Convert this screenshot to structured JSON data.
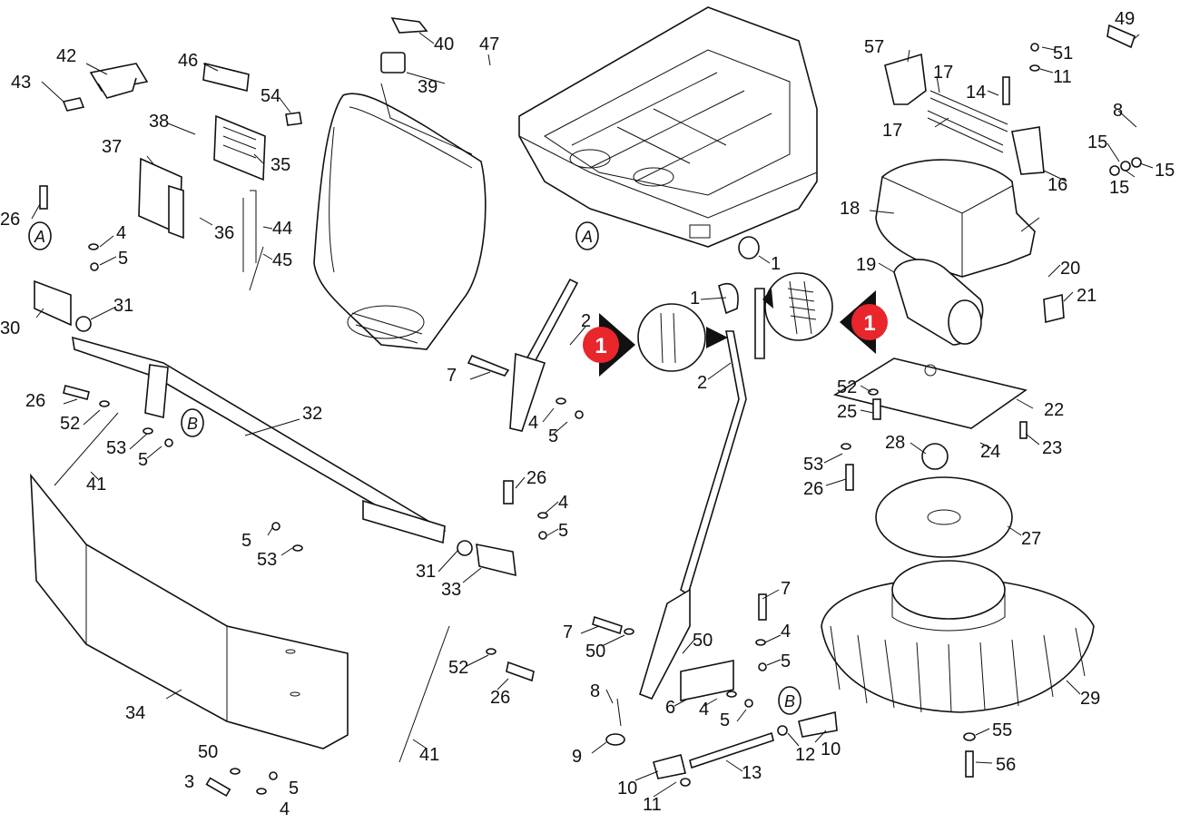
{
  "diagram": {
    "type": "exploded-parts-view",
    "callout_numbers": [
      "1",
      "2",
      "3",
      "4",
      "5",
      "6",
      "7",
      "8",
      "9",
      "10",
      "11",
      "12",
      "13",
      "14",
      "15",
      "16",
      "17",
      "18",
      "19",
      "20",
      "21",
      "22",
      "23",
      "24",
      "25",
      "26",
      "27",
      "28",
      "29",
      "30",
      "31",
      "32",
      "33",
      "34",
      "35",
      "36",
      "37",
      "38",
      "39",
      "40",
      "41",
      "42",
      "43",
      "44",
      "45",
      "46",
      "47",
      "49",
      "50",
      "51",
      "52",
      "53",
      "54",
      "55",
      "56",
      "57"
    ],
    "reference_markers": [
      "A",
      "B"
    ],
    "highlight_badge": {
      "text": "1",
      "color": "#e8262c"
    }
  },
  "labels": {
    "l1a": "1",
    "l1b": "1",
    "l2a": "2",
    "l2b": "2",
    "l3": "3",
    "l4a": "4",
    "l4b": "4",
    "l4c": "4",
    "l4d": "4",
    "l4e": "4",
    "l4f": "4",
    "l5a": "5",
    "l5b": "5",
    "l5c": "5",
    "l5d": "5",
    "l5e": "5",
    "l5f": "5",
    "l5g": "5",
    "l5h": "5",
    "l6": "6",
    "l7a": "7",
    "l7b": "7",
    "l7c": "7",
    "l8a": "8",
    "l8b": "8",
    "l9": "9",
    "l10a": "10",
    "l10b": "10",
    "l11a": "11",
    "l11b": "11",
    "l12": "12",
    "l13": "13",
    "l14": "14",
    "l15a": "15",
    "l15b": "15",
    "l15c": "15",
    "l16": "16",
    "l17a": "17",
    "l17b": "17",
    "l18": "18",
    "l19": "19",
    "l20": "20",
    "l21": "21",
    "l22": "22",
    "l23": "23",
    "l24": "24",
    "l25": "25",
    "l26a": "26",
    "l26b": "26",
    "l26c": "26",
    "l26d": "26",
    "l26e": "26",
    "l27": "27",
    "l28": "28",
    "l29": "29",
    "l30": "30",
    "l31a": "31",
    "l31b": "31",
    "l32": "32",
    "l33": "33",
    "l34": "34",
    "l35": "35",
    "l36": "36",
    "l37": "37",
    "l38": "38",
    "l39": "39",
    "l40": "40",
    "l41a": "41",
    "l41b": "41",
    "l42": "42",
    "l43": "43",
    "l44": "44",
    "l45": "45",
    "l46": "46",
    "l47": "47",
    "l49": "49",
    "l50a": "50",
    "l50b": "50",
    "l50c": "50",
    "l51": "51",
    "l52a": "52",
    "l52b": "52",
    "l52c": "52",
    "l53a": "53",
    "l53b": "53",
    "l53c": "53",
    "l54": "54",
    "l55": "55",
    "l56": "56",
    "l57": "57",
    "markerA1": "A",
    "markerA2": "A",
    "markerB1": "B",
    "markerB2": "B",
    "badge1": "1",
    "badge2": "1"
  }
}
